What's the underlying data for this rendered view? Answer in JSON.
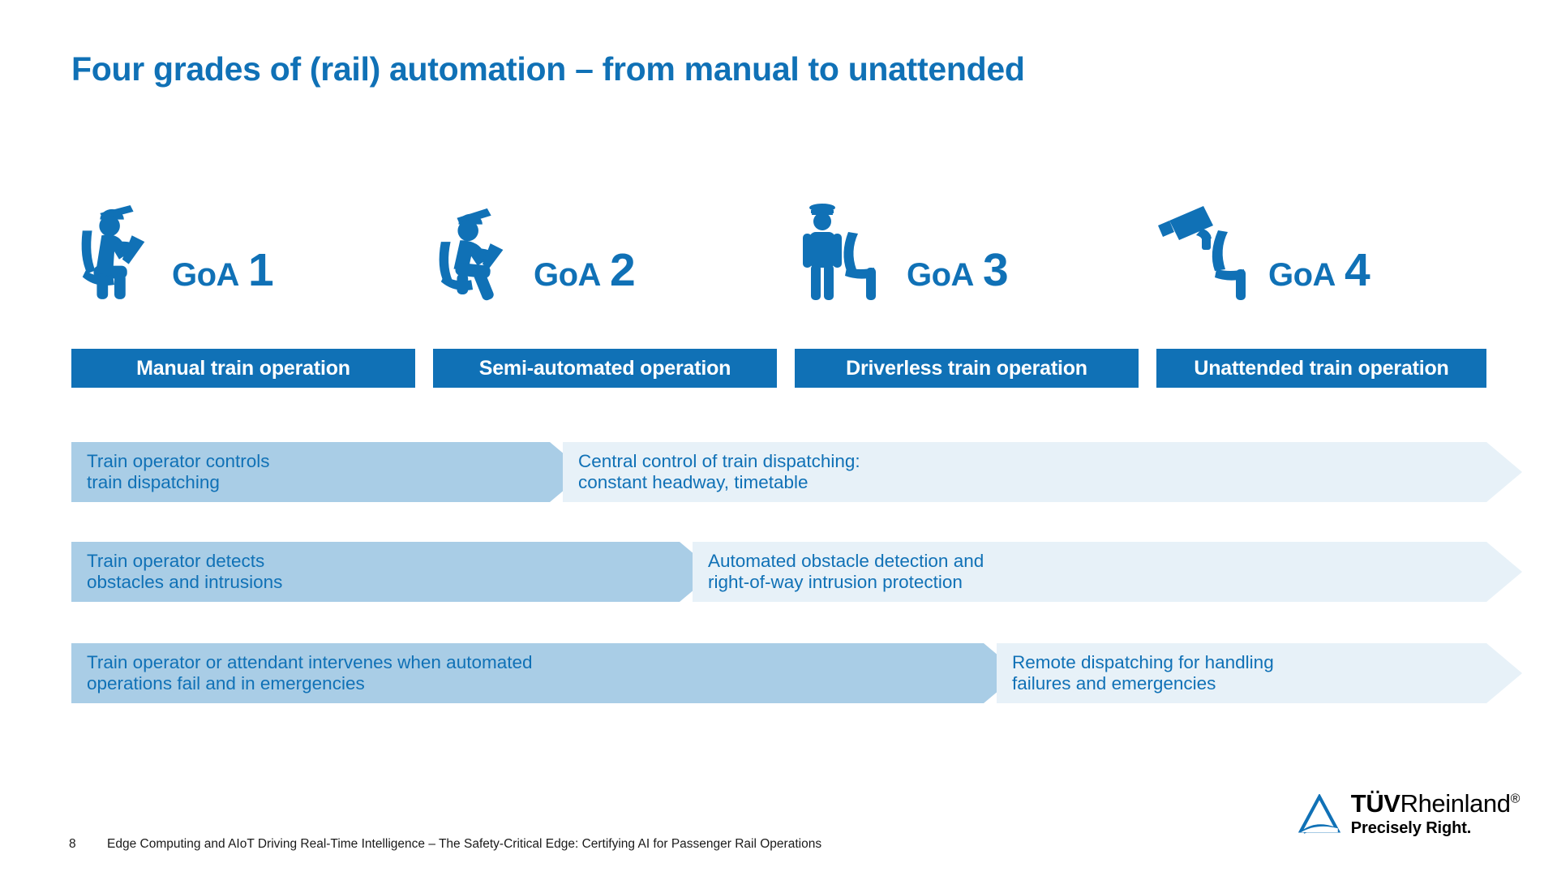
{
  "slide": {
    "title": "Four grades of (rail) automation – from manual to unattended",
    "accent_color": "#1071b6",
    "arrow_dark_color": "#a9cde6",
    "arrow_light_color": "#e7f1f8"
  },
  "grades": [
    {
      "label_prefix": "GoA",
      "number": "1",
      "icon": "seated-operator-icon",
      "bar_label": "Manual train operation"
    },
    {
      "label_prefix": "GoA",
      "number": "2",
      "icon": "reclined-operator-icon",
      "bar_label": "Semi-automated operation"
    },
    {
      "label_prefix": "GoA",
      "number": "3",
      "icon": "standing-attendant-icon",
      "bar_label": "Driverless train operation"
    },
    {
      "label_prefix": "GoA",
      "number": "4",
      "icon": "cctv-camera-icon",
      "bar_label": "Unattended train operation"
    }
  ],
  "rows": [
    {
      "left_text": "Train operator controls\ntrain dispatching",
      "right_text": "Central control of train dispatching:\nconstant headway, timetable"
    },
    {
      "left_text": "Train operator detects\nobstacles and intrusions",
      "right_text": "Automated obstacle detection and\nright-of-way intrusion protection"
    },
    {
      "left_text": "Train operator or attendant intervenes when automated\noperations fail and in emergencies",
      "right_text": "Remote dispatching for handling\nfailures and emergencies"
    }
  ],
  "footer": {
    "page_number": "8",
    "text": "Edge Computing and AIoT Driving Real-Time Intelligence – The Safety-Critical Edge: Certifying AI for Passenger Rail Operations"
  },
  "logo": {
    "brand_bold": "TÜV",
    "brand_regular": "Rheinland",
    "registered": "®",
    "tagline": "Precisely Right."
  }
}
